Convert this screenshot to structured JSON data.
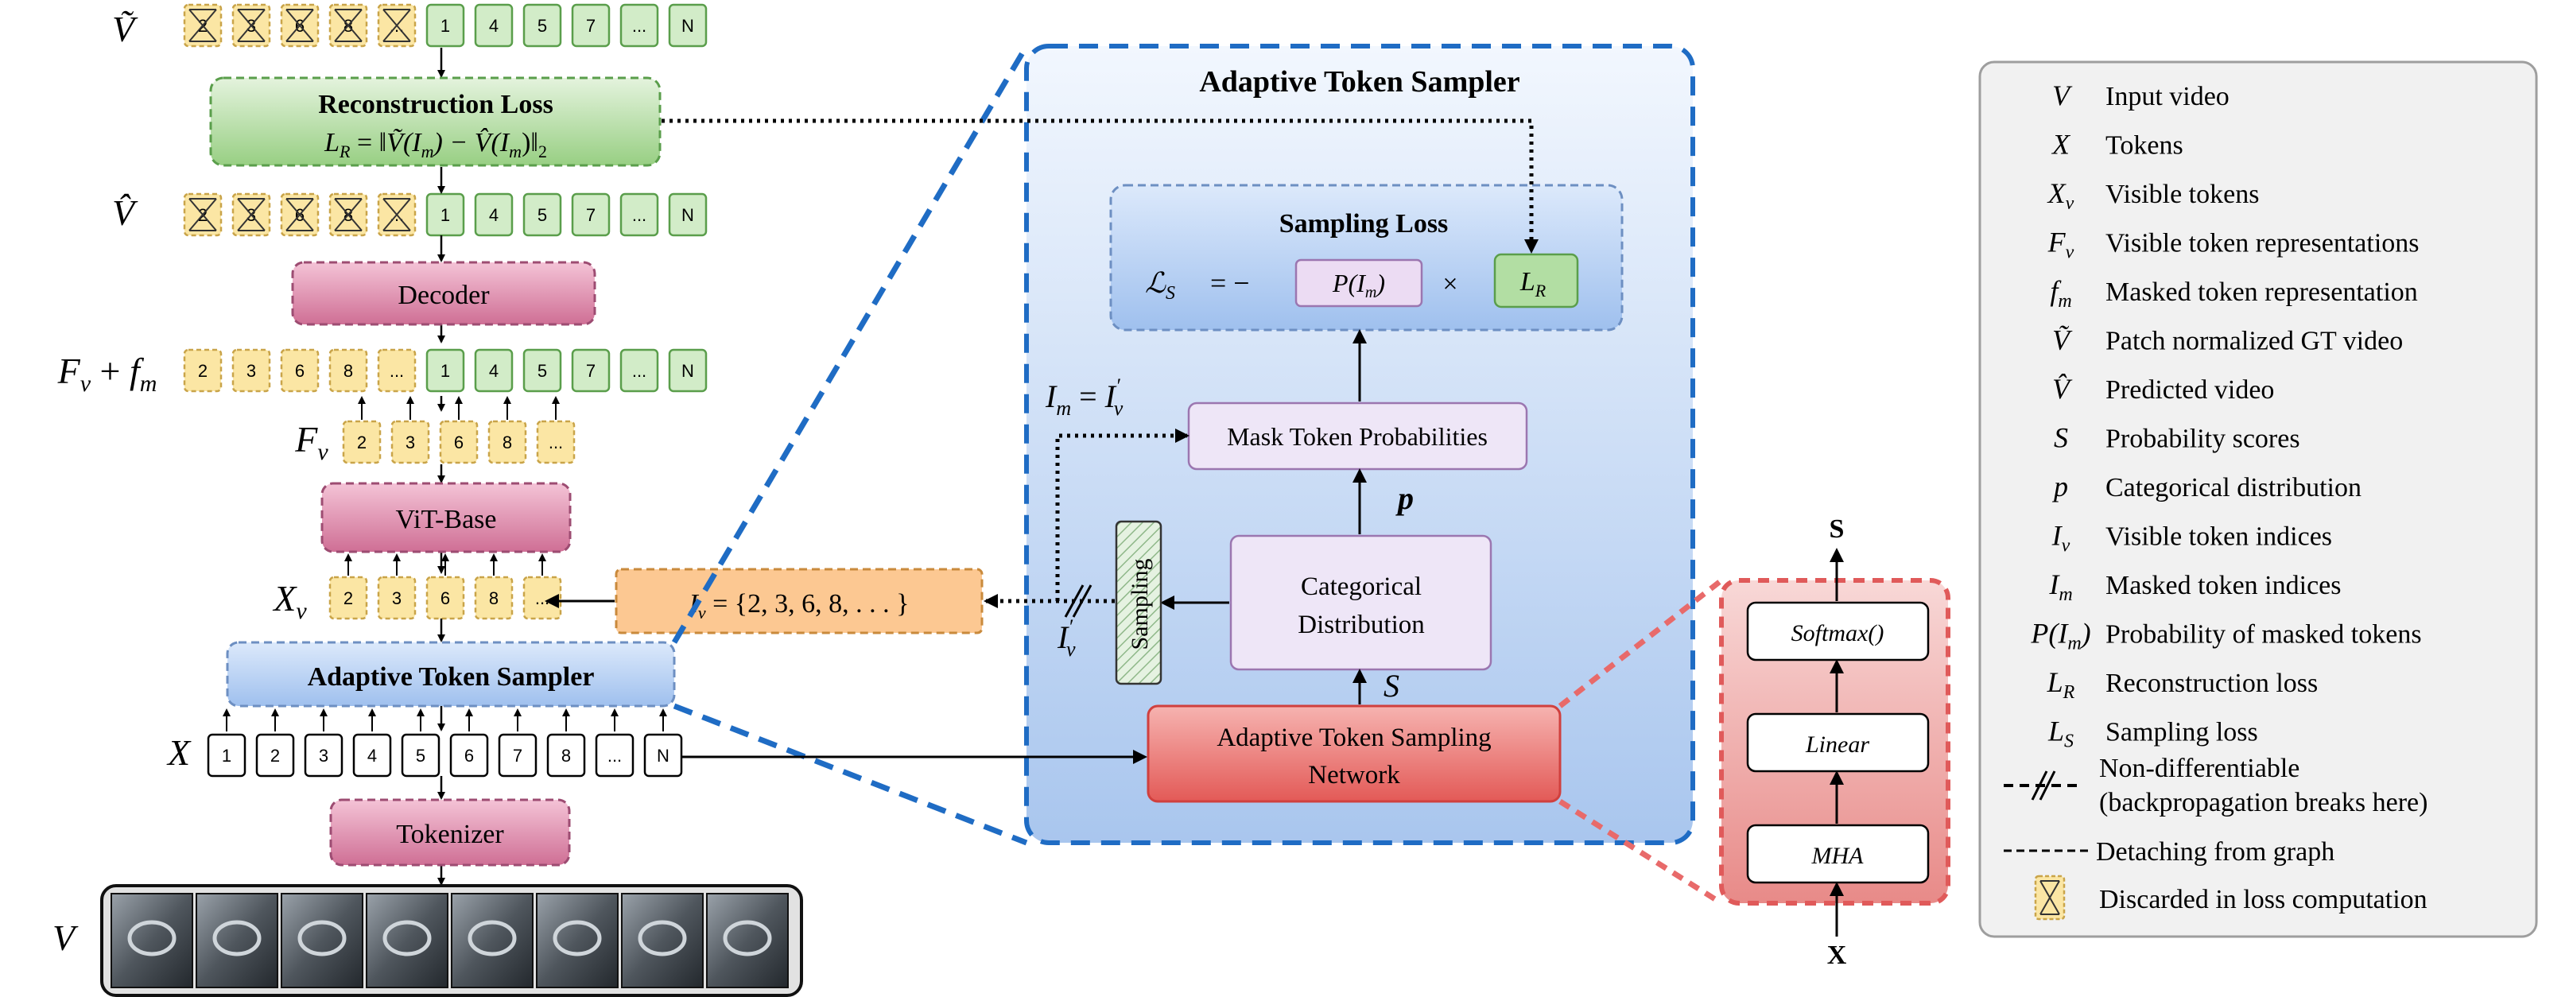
{
  "left": {
    "v_tilde_label": "Ṽ",
    "v_hat_label": "V̂",
    "fv_fm_label": "Fv + fm",
    "fv_label": "Fv",
    "xv_label": "Xv",
    "x_label": "X",
    "v_label": "V",
    "v_tilde_tokens": [
      "2",
      "3",
      "6",
      "8",
      "...",
      "1",
      "4",
      "5",
      "7",
      "...",
      "N"
    ],
    "v_hat_tokens": [
      "2",
      "3",
      "6",
      "8",
      "...",
      "1",
      "4",
      "5",
      "7",
      "...",
      "N"
    ],
    "fvfm_tokens": [
      "2",
      "3",
      "6",
      "8",
      "...",
      "1",
      "4",
      "5",
      "7",
      "...",
      "N"
    ],
    "fv_tokens": [
      "2",
      "3",
      "6",
      "8",
      "..."
    ],
    "xv_tokens": [
      "2",
      "3",
      "6",
      "8",
      "..."
    ],
    "x_tokens": [
      "1",
      "2",
      "3",
      "4",
      "5",
      "6",
      "7",
      "8",
      "...",
      "N"
    ],
    "recon_title": "Reconstruction Loss",
    "recon_formula": "L_R = ‖Ṽ(I_m) − V̂(I_m)‖₂",
    "decoder": "Decoder",
    "vit": "ViT-Base",
    "ats": "Adaptive Token Sampler",
    "tokenizer": "Tokenizer",
    "iv_set": "I_v = {2, 3, 6, 8, . . . }"
  },
  "middle": {
    "panel_title": "Adaptive Token Sampler",
    "sampling_loss_title": "Sampling Loss",
    "ls_lhs": "L_S",
    "eq_minus": "= −",
    "p_im": "P(I_m)",
    "times": "×",
    "lr": "L_R",
    "im_eq_iv": "I_m = I′_v",
    "mask_probs": "Mask Token Probabilities",
    "p_bold": "p",
    "cat_line1": "Categorical",
    "cat_line2": "Distribution",
    "sampling": "Sampling",
    "s_label": "S",
    "iv_prime": "I′_v",
    "atsn_line1": "Adaptive Token Sampling",
    "atsn_line2": "Network"
  },
  "network": {
    "s_out": "S",
    "softmax": "Softmax()",
    "linear": "Linear",
    "mha": "MHA",
    "x_in": "X"
  },
  "legend": {
    "items": [
      {
        "sym": "V",
        "desc": "Input video"
      },
      {
        "sym": "X",
        "desc": "Tokens"
      },
      {
        "sym": "Xv",
        "desc": "Visible tokens"
      },
      {
        "sym": "Fv",
        "desc": "Visible token representations"
      },
      {
        "sym": "fm",
        "desc": "Masked token representation"
      },
      {
        "sym": "Ṽ",
        "desc": "Patch normalized GT video"
      },
      {
        "sym": "V̂",
        "desc": "Predicted video"
      },
      {
        "sym": "S",
        "desc": "Probability scores"
      },
      {
        "sym": "p",
        "desc": "Categorical distribution"
      },
      {
        "sym": "Iv",
        "desc": "Visible token indices"
      },
      {
        "sym": "Im",
        "desc": "Masked token indices"
      },
      {
        "sym": "P(Im)",
        "desc": "Probability of masked tokens"
      },
      {
        "sym": "LR",
        "desc": "Reconstruction loss"
      },
      {
        "sym": "LS",
        "desc": "Sampling loss"
      }
    ],
    "nondiff_line1": "Non-differentiable",
    "nondiff_line2": "(backpropagation breaks here)",
    "detach": "Detaching from graph",
    "discarded": "Discarded in loss computation"
  },
  "colors": {
    "yellow_fill": "#fbe6a4",
    "yellow_stroke": "#c9a449",
    "green_fill": "#d2ecc8",
    "green_stroke": "#5a9e4b",
    "pink_fill": "#d57ca0",
    "blue_dash": "#1f6cc4",
    "red_box": "#e0524f",
    "orange_fill": "#fcc892"
  }
}
